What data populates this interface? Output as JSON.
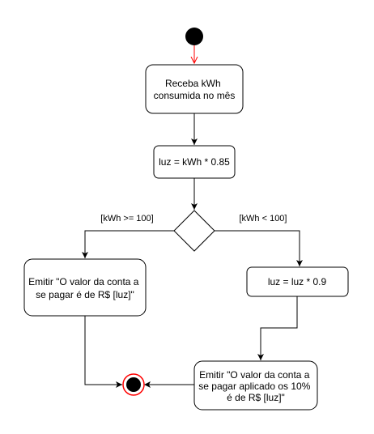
{
  "diagram": {
    "nodes": {
      "receive": {
        "lines": [
          "Receba kWh",
          "consumida no mês"
        ]
      },
      "calc": {
        "lines": [
          "luz = kWh * 0.85"
        ]
      },
      "emit_full": {
        "lines": [
          "Emitir \"O valor da conta a",
          "se pagar é de R$ [luz]\""
        ]
      },
      "discount": {
        "lines": [
          "luz = luz * 0.9"
        ]
      },
      "emit_discount": {
        "lines": [
          "Emitir \"O valor da conta a",
          "se pagar aplicado os 10%",
          "é de R$ [luz]\""
        ]
      }
    },
    "guards": {
      "high": "[kWh >= 100]",
      "low": "[kWh < 100]"
    }
  },
  "colors": {
    "start_fill": "#000000",
    "start_arrow": "#ff0000",
    "end_ring": "#ff0000",
    "end_fill": "#000000",
    "stroke": "#000000",
    "box_fill": "#ffffff"
  }
}
